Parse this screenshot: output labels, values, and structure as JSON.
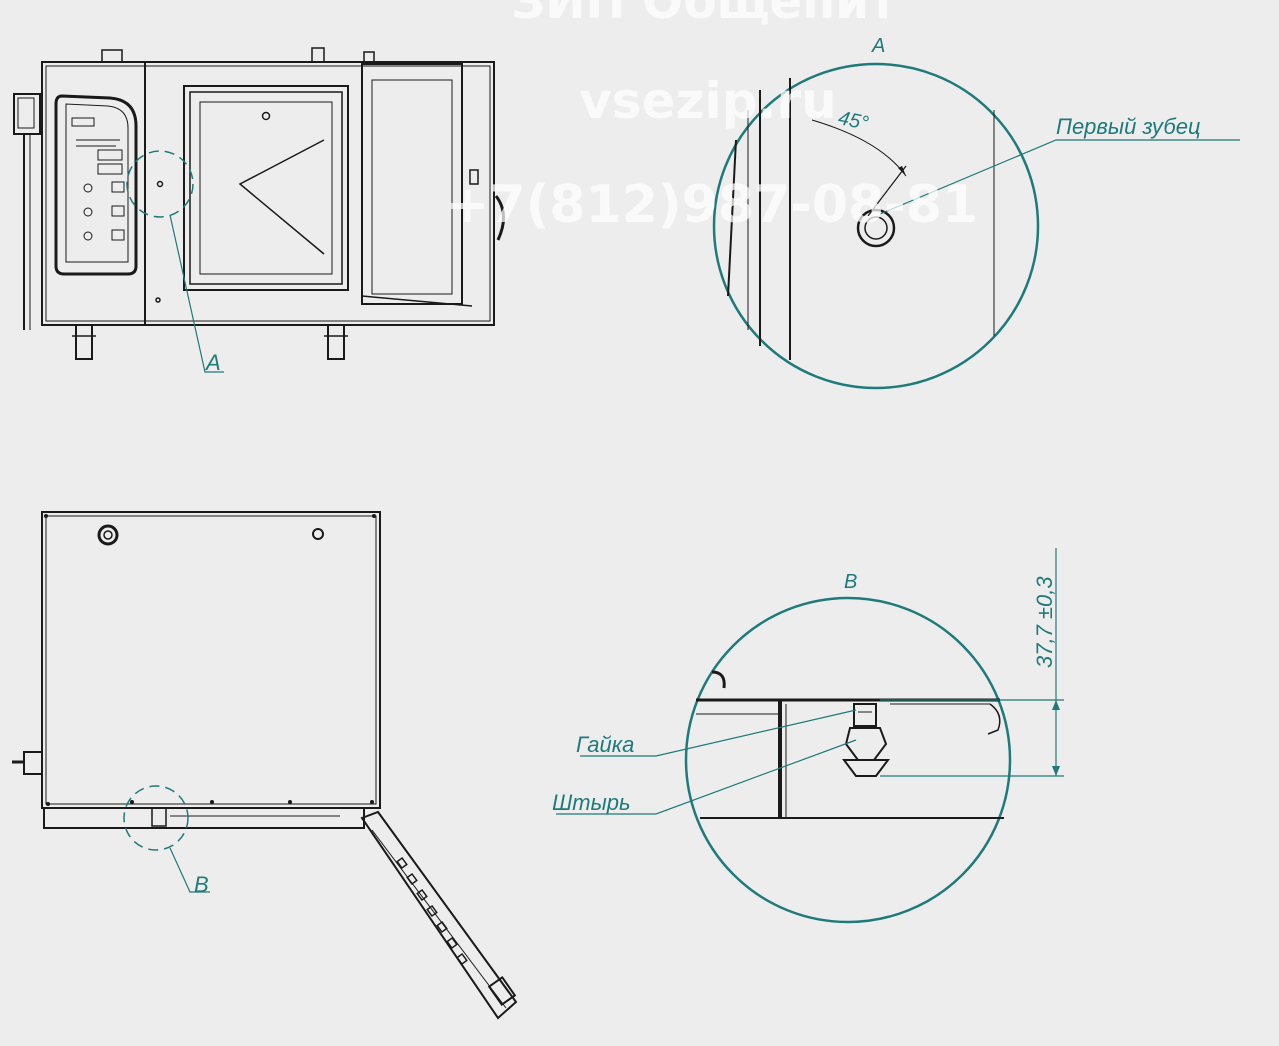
{
  "watermark": {
    "brand": "ЗИП Общепит",
    "site": "vsezip.ru",
    "phone": "+7(812)987-08-81"
  },
  "callouts": {
    "a_top": "A",
    "a_view": "A",
    "b_view": "B",
    "b_bottom": "B"
  },
  "detail_a": {
    "angle": "45°",
    "label": "Первый зубец"
  },
  "detail_b": {
    "nut": "Гайка",
    "pin": "Штырь",
    "dimension": "37,7 ±0,3"
  },
  "colors": {
    "annotation": "#1f7a7a",
    "line": "#1a1a1a",
    "background": "#ededed"
  }
}
